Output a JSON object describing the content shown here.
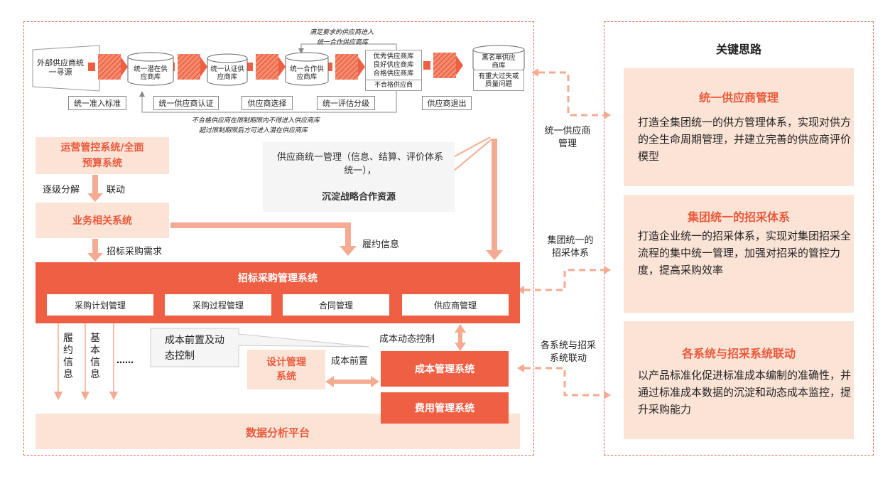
{
  "flow": {
    "source": "外部供应商统一寻源",
    "potential_db": "统一潜在供应商库",
    "certified_db": "统一认证供应商库",
    "coop_db": "统一合作供应商库",
    "grades": [
      "优秀供应商库",
      "良好供应商库",
      "合格供应商库"
    ],
    "unqualified": "不合格供应商",
    "blacklist_db": "黑名单供应商库",
    "blacklist_reason": "有重大过失或质量问题",
    "stages": [
      "统一准入标准",
      "统一供应商认证",
      "供应商选择",
      "统一评估分级",
      "供应商退出"
    ],
    "note_top": [
      "满足要求的供应商进入",
      "统一合作供应商库"
    ],
    "note_bottom": [
      "不合格供应商在限制期限内不得进入供应商库",
      "超过限制期限后方可进入潜在供应商库"
    ]
  },
  "left": {
    "ops_system": "运营管控系统/全面预算系统",
    "decompose": "逐级分解",
    "linkage": "联动",
    "business_system": "业务相关系统",
    "bidding_demand": "招标采购需求",
    "fulfillment_info": "履约信息",
    "supplier_mgmt_note": "供应商统一管理（信息、结算、评价体系统一），",
    "supplier_mgmt_note_bold": "沉淀战略合作资源",
    "main_system": "招标采购管理系统",
    "sub_modules": [
      "采购计划管理",
      "采购过程管理",
      "合同管理",
      "供应商管理"
    ],
    "down_labels": [
      "履约信息",
      "基本信息",
      "……"
    ],
    "cost_front_ctrl": "成本前置及动态控制",
    "cost_dynamic": "成本动态控制",
    "design_system": "设计管理系统",
    "cost_front": "成本前置",
    "cost_system": "成本管理系统",
    "expense_system": "费用管理系统",
    "data_platform": "数据分析平台"
  },
  "connectors": [
    "统一供应商管理",
    "集团统一的招采体系",
    "各系统与招采系统联动"
  ],
  "right": {
    "title": "关键思路",
    "cards": [
      {
        "title": "统一供应商管理",
        "body": "打造全集团统一的供方管理体系，实现对供方的全生命周期管理，并建立完善的供应商评价模型"
      },
      {
        "title": "集团统一的招采体系",
        "body": "打造企业统一的招采体系，实现对集团招采全流程的集中统一管理，加强对招采的管控力度，提高采购效率"
      },
      {
        "title": "各系统与招采系统联动",
        "body": "以产品标准化促进标准成本编制的准确性，并通过标准成本数据的沉淀和动态成本监控，提升采购能力"
      }
    ]
  },
  "colors": {
    "accent": "#ee5f44",
    "peach": "#fbe3d6",
    "arrow": "#f4ab91",
    "dash": "#ea6a55"
  }
}
